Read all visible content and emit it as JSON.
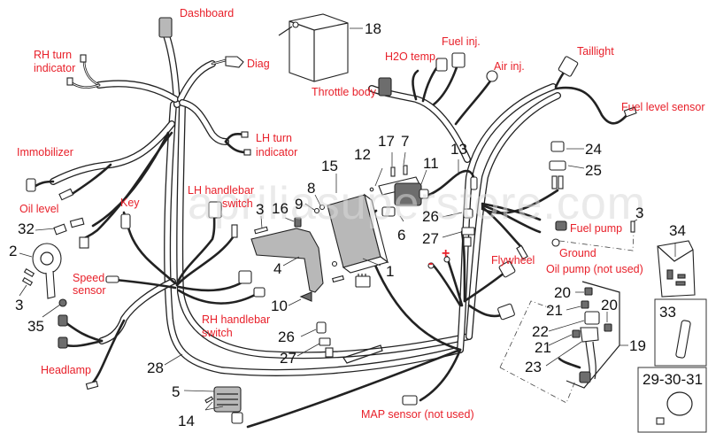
{
  "diagram": {
    "watermark": "apriliasuperstore.com",
    "connector_labels": {
      "dashboard": "Dashboard",
      "diag": "Diag",
      "rh_turn_1": "RH turn",
      "rh_turn_2": "indicator",
      "lh_turn_1": "LH turn",
      "lh_turn_2": "indicator",
      "immobilizer": "Immobilizer",
      "oil_level": "Oil level",
      "key": "Key",
      "lh_handlebar_1": "LH handlebar",
      "lh_handlebar_2": "switch",
      "rh_handlebar_1": "RH handlebar",
      "rh_handlebar_2": "switch",
      "speed_sensor_1": "Speed",
      "speed_sensor_2": "sensor",
      "headlamp": "Headlamp",
      "throttle_body": "Throttle body",
      "h2o_temp": "H2O temp.",
      "fuel_inj": "Fuel inj.",
      "air_inj": "Air inj.",
      "taillight": "Taillight",
      "fuel_level_sensor": "Fuel level sensor",
      "fuel_pump": "Fuel pump",
      "ground": "Ground",
      "oil_pump": "Oil pump (not used)",
      "flywheel": "Flywheel",
      "map_sensor": "MAP sensor (not used)",
      "battery_minus": "-",
      "battery_plus": "+"
    },
    "part_numbers": {
      "p1": "1",
      "p2": "2",
      "p3a": "3",
      "p3b": "3",
      "p3c": "3",
      "p4": "4",
      "p5": "5",
      "p6": "6",
      "p7": "7",
      "p8": "8",
      "p9": "9",
      "p10": "10",
      "p11": "11",
      "p12": "12",
      "p13": "13",
      "p14": "14",
      "p15": "15",
      "p16": "16",
      "p17": "17",
      "p18": "18",
      "p19": "19",
      "p20a": "20",
      "p20b": "20",
      "p21a": "21",
      "p21b": "21",
      "p22": "22",
      "p23": "23",
      "p24": "24",
      "p25": "25",
      "p26a": "26",
      "p26b": "26",
      "p27a": "27",
      "p27b": "27",
      "p28": "28",
      "p32": "32",
      "p33": "33",
      "p34": "34",
      "p35": "35",
      "p29_30_31": "29-30-31"
    }
  }
}
